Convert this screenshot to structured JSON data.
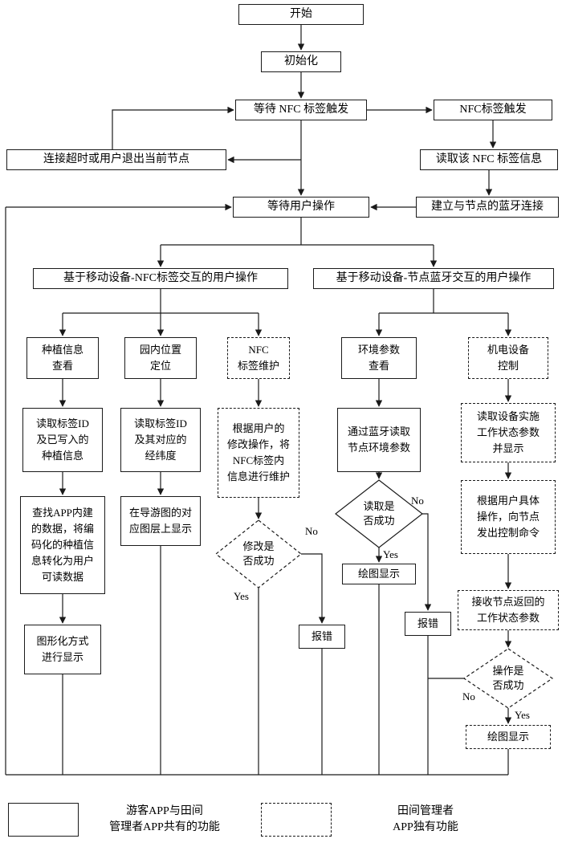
{
  "nodes": {
    "start": "开始",
    "init": "初始化",
    "wait_nfc_trigger": "等待 NFC 标签触发",
    "nfc_triggered": "NFC标签触发",
    "timeout_or_exit": "连接超时或用户退出当前节点",
    "read_nfc_info": "读取该 NFC 标签信息",
    "wait_user_action": "等待用户操作",
    "bluetooth_connect": "建立与节点的蓝牙连接",
    "nfc_interaction_ops": "基于移动设备-NFC标签交互的用户操作",
    "bt_interaction_ops": "基于移动设备-节点蓝牙交互的用户操作",
    "planting_info_view": "种植信息\n查看",
    "park_location": "园内位置\n定位",
    "nfc_tag_maintain": "NFC\n标签维护",
    "env_param_view": "环境参数\n查看",
    "device_control": "机电设备\n控制",
    "read_tag_planting": "读取标签ID\n及已写入的\n种植信息",
    "read_tag_coords": "读取标签ID\n及其对应的\n经纬度",
    "maintain_nfc_info": "根据用户的\n修改操作，将\nNFC标签内\n信息进行维护",
    "bt_read_env": "通过蓝牙读取\n节点环境参数",
    "read_device_status": "读取设备实施\n工作状态参数\n并显示",
    "lookup_app_data": "查找APP内建\n的数据，将编\n码化的种植信\n息转化为用户\n可读数据",
    "guide_map_display": "在导游图的对\n应图层上显示",
    "modify_success": "修改是\n否成功",
    "read_success": "读取是\n否成功",
    "send_control_cmd": "根据用户具体\n操作，向节点\n发出控制命令",
    "graphic_display": "图形化方式\n进行显示",
    "error_nfc": "报错",
    "plot_display_env": "绘图显示",
    "error_env": "报错",
    "receive_status": "接收节点返回的\n工作状态参数",
    "operation_success": "操作是\n否成功",
    "plot_display_ctrl": "绘图显示"
  },
  "edge_labels": {
    "yes": "Yes",
    "no": "No"
  },
  "legend": {
    "shared_label": "游客APP与田间\n管理者APP共有的功能",
    "manager_label": "田间管理者\nAPP独有功能"
  },
  "colors": {
    "line": "#1a1a1a",
    "background": "#ffffff"
  }
}
